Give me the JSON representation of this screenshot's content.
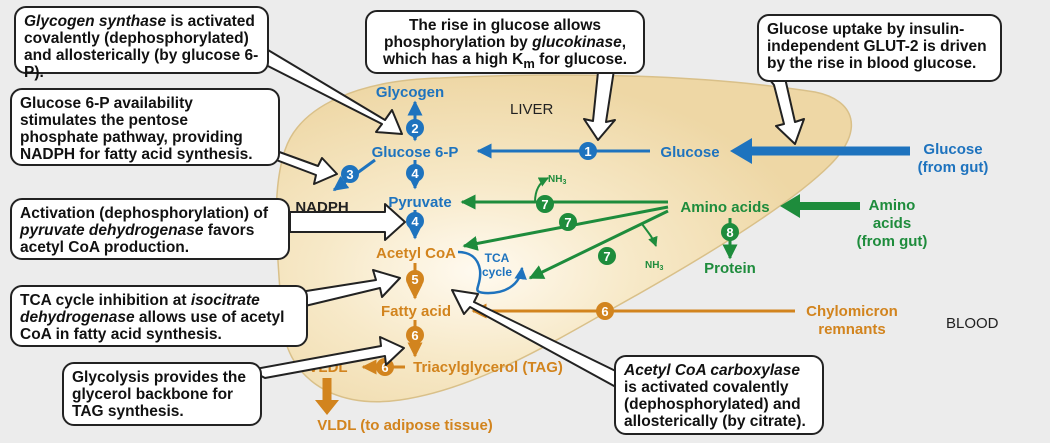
{
  "regions": {
    "liver": "LIVER",
    "blood": "BLOOD"
  },
  "metabolites": {
    "glycogen": "Glycogen",
    "glucose6p": "Glucose 6-P",
    "pyruvate": "Pyruvate",
    "acetyl_coa": "Acetyl CoA",
    "fatty_acid": "Fatty acid",
    "tag": "Triacylglycerol (TAG)",
    "vldl": "VLDL",
    "vldl_adipose": "VLDL (to adipose tissue)",
    "nadph": "NADPH",
    "glucose": "Glucose",
    "glucose_gut_1": "Glucose",
    "glucose_gut_2": "(from gut)",
    "amino_acids": "Amino acids",
    "aa_gut_1": "Amino",
    "aa_gut_2": "acids",
    "aa_gut_3": "(from gut)",
    "protein": "Protein",
    "chylo_1": "Chylomicron",
    "chylo_2": "remnants",
    "tca_1": "TCA",
    "tca_2": "cycle",
    "nh3": "NH",
    "nh3_sub": "3"
  },
  "steps": {
    "s1": "1",
    "s2": "2",
    "s3": "3",
    "s4a": "4",
    "s4b": "4",
    "s5": "5",
    "s6a": "6",
    "s6b": "6",
    "s6c": "6",
    "s7a": "7",
    "s7b": "7",
    "s7c": "7",
    "s8": "8"
  },
  "callouts": {
    "glycogen_synthase": {
      "italic": "Glycogen synthase",
      "text": " is activated covalently (dephosphorylated) and allosterically (by glucose 6-P)."
    },
    "glucokinase": {
      "pre": "The rise in glucose allows phosphorylation by ",
      "italic": "glucokinase",
      "mid": ", which has a high K",
      "sub": "m",
      "post": " for glucose."
    },
    "glut2": {
      "text": "Glucose uptake by insulin-independent GLUT-2 is driven by the rise in blood glucose."
    },
    "pentose": {
      "text": "Glucose 6-P availability stimulates the pentose phosphate pathway, providing NADPH for fatty acid synthesis."
    },
    "pdh": {
      "pre": "Activation (dephosphorylation) of ",
      "italic": "pyruvate dehydrogenase",
      "post": " favors acetyl CoA production."
    },
    "tca_inhibit": {
      "pre": "TCA cycle inhibition at ",
      "italic": "isocitrate dehydrogenase",
      "post": " allows use of acetyl CoA in fatty acid synthesis."
    },
    "glycolysis": {
      "text": "Glycolysis provides the glycerol backbone for TAG synthesis."
    },
    "acc": {
      "italic": "Acetyl CoA carboxylase",
      "text": " is activated covalently (dephosphorylated) and allosterically (by citrate)."
    }
  },
  "colors": {
    "blue": "#1e73be",
    "green": "#1e8c3c",
    "orange": "#d2841e",
    "liver_fill": "#f2dfb5",
    "background": "#ececec"
  }
}
